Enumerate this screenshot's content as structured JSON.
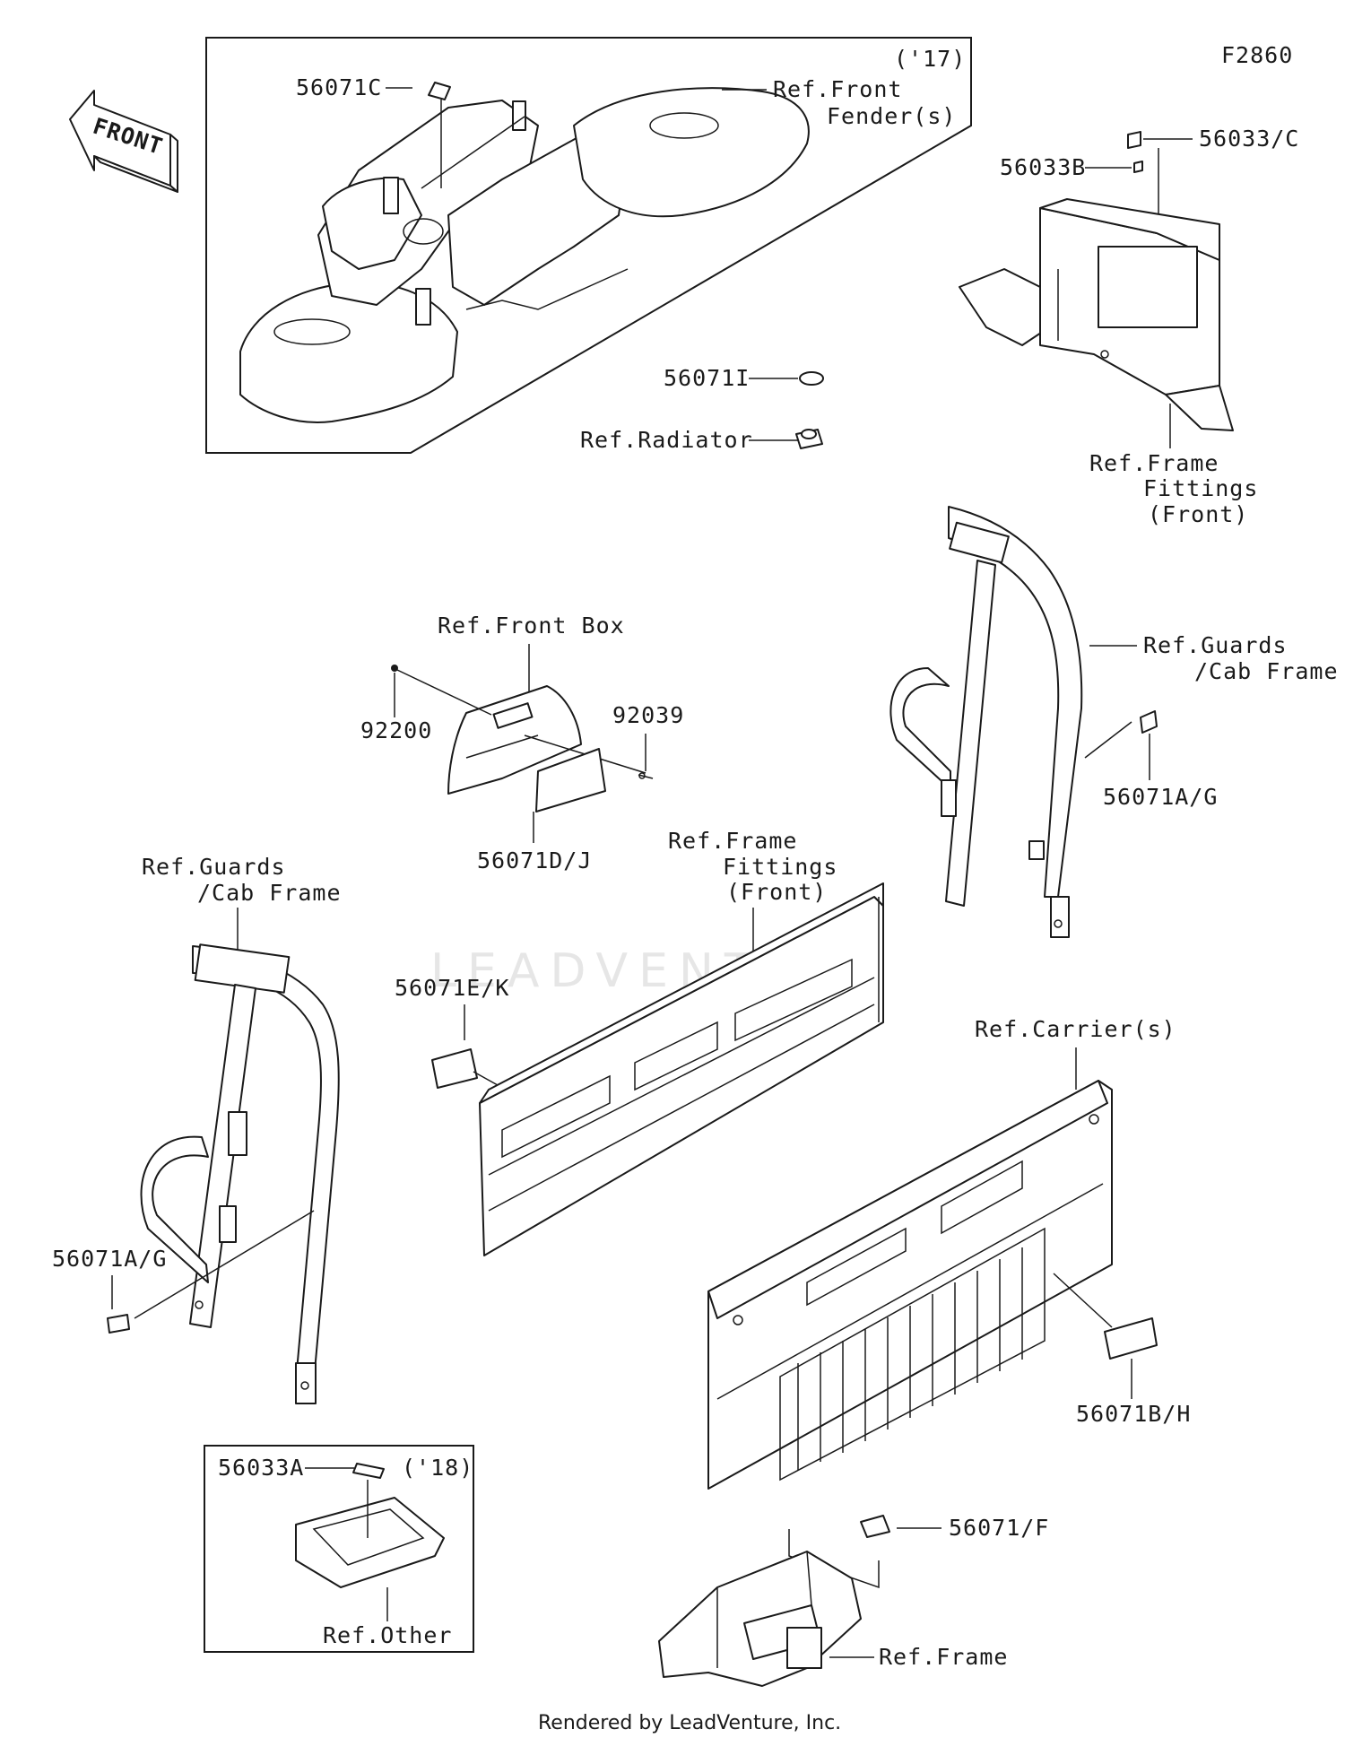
{
  "diagram_code": "F2860",
  "front_arrow_text": "FRONT",
  "watermark": "LEADVENTURE",
  "footer": "Rendered by LeadVenture, Inc.",
  "boxes": {
    "top_year": "('17)",
    "bottom_year": "('18)"
  },
  "labels": {
    "p56071C": "56071C",
    "ref_front_fender_1": "Ref.Front",
    "ref_front_fender_2": "Fender(s)",
    "p56033C": "56033/C",
    "p56033B": "56033B",
    "p56071I": "56071I",
    "ref_radiator": "Ref.Radiator",
    "ref_ff_front_a_1": "Ref.Frame",
    "ref_ff_front_a_2": "Fittings",
    "ref_ff_front_a_3": "(Front)",
    "ref_front_box": "Ref.Front Box",
    "p92200": "92200",
    "p92039": "92039",
    "p56071DJ": "56071D/J",
    "ref_guards_right_1": "Ref.Guards",
    "ref_guards_right_2": "/Cab Frame",
    "p56071AG_right": "56071A/G",
    "ref_ff_front_b_1": "Ref.Frame",
    "ref_ff_front_b_2": "Fittings",
    "ref_ff_front_b_3": "(Front)",
    "ref_guards_left_1": "Ref.Guards",
    "ref_guards_left_2": "/Cab Frame",
    "p56071EK": "56071E/K",
    "ref_carriers": "Ref.Carrier(s)",
    "p56071AG_left": "56071A/G",
    "p56071BH": "56071B/H",
    "p56033A": "56033A",
    "ref_other": "Ref.Other",
    "p56071F": "56071/F",
    "ref_frame": "Ref.Frame"
  }
}
